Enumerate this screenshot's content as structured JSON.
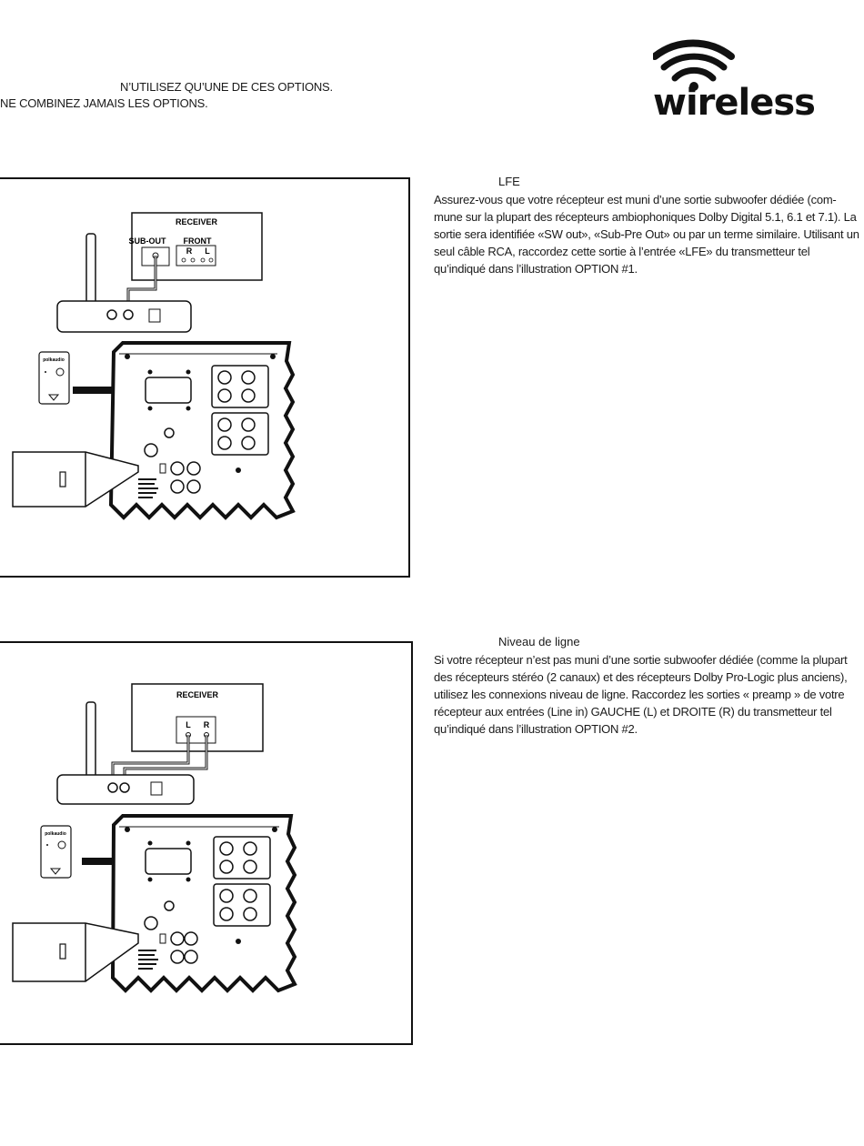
{
  "header": {
    "line1": "N’UTILISEZ QU’UNE DE CES OPTIONS.",
    "line2": "NE COMBINEZ JAMAIS LES OPTIONS."
  },
  "logo": {
    "text": "wireless",
    "icon": "wifi-signal-icon"
  },
  "option1": {
    "title": "LFE",
    "text": "Assurez-vous que votre récepteur est muni d’une sortie subwoofer dédiée (com­mune sur la plupart des récepteurs ambiophoniques Dolby Digital 5.1, 6.1 et 7.1). La sortie sera identifiée «SW out», «Sub-Pre Out» ou par un terme similaire. Utilisant un seul câble RCA, raccordez cette sortie à l’entrée «LFE» du transmetteur tel qu’indiqué dans l’illustration OPTION #1.",
    "diagram": {
      "receiver_label": "RECEIVER",
      "sub_out_label": "SUB-OUT",
      "front_label": "FRONT",
      "r_label": "R",
      "l_label": "L",
      "remote_brand": "polkaudio"
    }
  },
  "option2": {
    "title": "Niveau de ligne",
    "text": "Si votre récepteur n’est pas muni d’une sortie subwoofer dédiée (comme la plupart des récepteurs stéréo (2 canaux) et des récepteurs Dolby Pro-Logic plus anciens), utilisez les connexions niveau de ligne. Raccordez les sorties « preamp » de votre récepteur aux entrées (Line in) GAUCHE (L) et DROITE (R) du transmetteur tel qu’indiqué dans l’illustration OPTION #2.",
    "diagram": {
      "receiver_label": "RECEIVER",
      "l_label": "L",
      "r_label": "R",
      "remote_brand": "polkaudio"
    }
  }
}
